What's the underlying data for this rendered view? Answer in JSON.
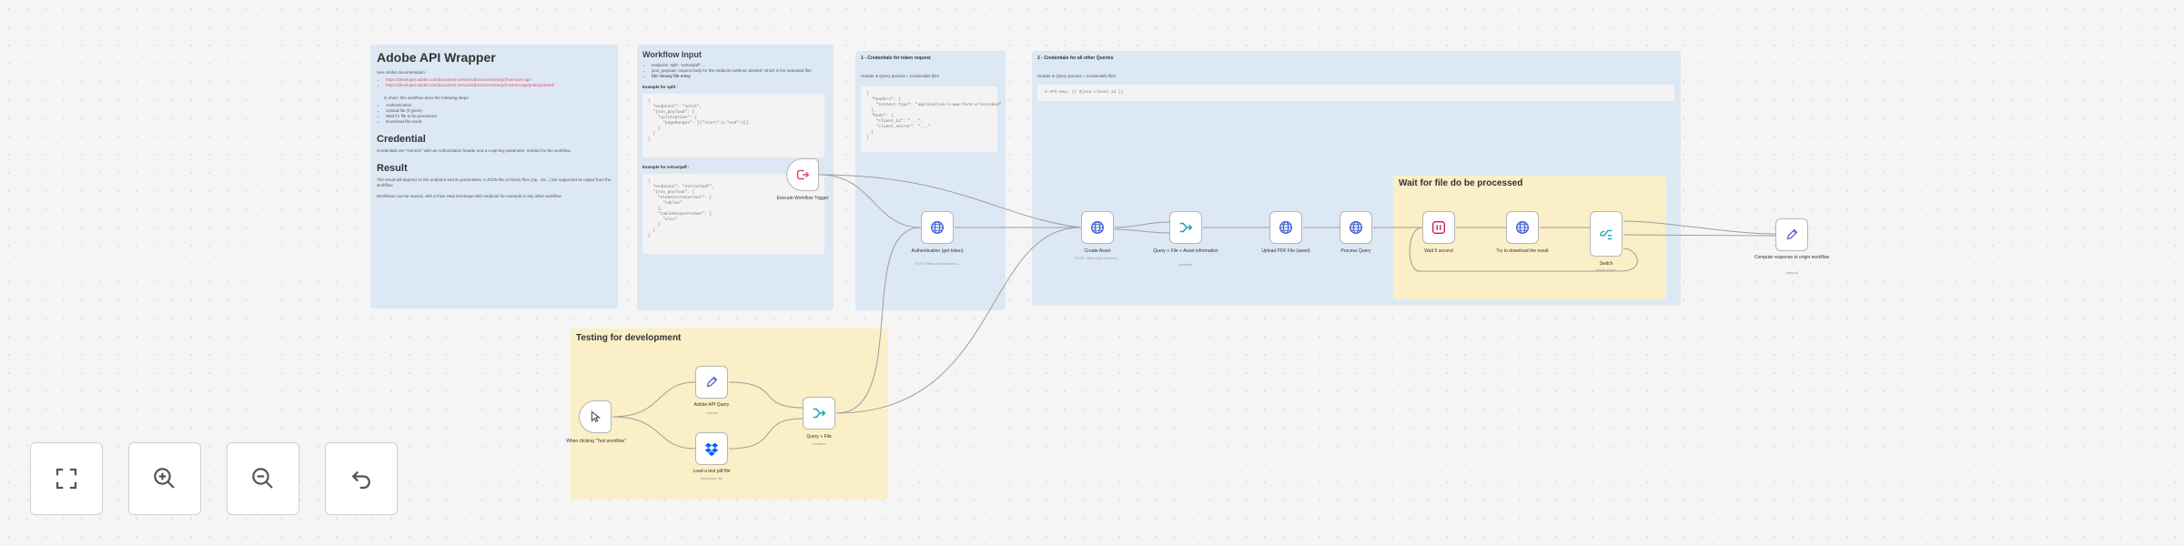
{
  "notes": {
    "wrapper": {
      "title": "Adobe API Wrapper",
      "intro": "See Adobe documentation:",
      "links": [
        "https://developer.adobe.com/document-services/docs/overview/pdf-services-api/",
        "https://developer.adobe.com/document-services/docs/overview/pdf-extract-api/gettingstarted/"
      ],
      "steps_intro": "In short, this workflow does the following steps:",
      "steps": [
        "Authentication",
        "Upload file (if given)",
        "Wait for file to be processed",
        "Download file result"
      ],
      "credential_title": "Credential",
      "credential_text": "Credentials are \"Generic\" with an Authorization header and a x-api-key parameter, needed for the workflow.",
      "result_title": "Result",
      "result_text": "The result will depend on the endpoint and its parameters. A JSON file or binary files (zip, .xls...) are supported as output from the workflow.",
      "result_text2": "Workflows can be reused, with a Flow Step technique with endpoint for example in any other workflow."
    },
    "workflow_input": {
      "title": "Workflow Input",
      "bullets": [
        "endpoint: 'split', 'extractpdf' ...",
        "json_payload: request body for the endpoint (without 'assetID' which is the uploaded file)",
        "file: binary file entry"
      ],
      "example1_label": "Example for split :",
      "example1_code": "{\n  \"endpoint\": \"split\",\n  \"json_payload\": {\n    \"splitoption\": {\n      \"pageRanges\": [{\"start\":1,\"end\":1}]\n    }\n  }\n}",
      "example2_label": "Example for extractpdf :",
      "example2_code": "{\n  \"endpoint\": \"extractpdf\",\n  \"json_payload\": {\n    \"elementsToExtract\": [\n      \"tables\"\n    ],\n    \"tableOutputFormat\": [\n      \"xlsx\"\n    ]\n  }\n}"
    },
    "uc1": {
      "title": "1 - Credentials for token request",
      "sub": "Header & Query params = Credentials files",
      "code": "{\n  \"headers\": {\n    \"Content-Type\": \"application/x-www-form-urlencoded\"\n  },\n  \"body\": {\n    \"client_id\": \"...\",\n    \"client_secret\": \"...\"\n  }\n}"
    },
    "uc2": {
      "title": "2 - Credentials for all other Queries",
      "sub": "Header & Query params = Credentials files",
      "code": "X-API-Key: {{ $json.client_id }}"
    },
    "wait": {
      "title": "Wait for file do be processed"
    },
    "testing": {
      "title": "Testing for development"
    }
  },
  "nodes": [
    {
      "id": "execute-trigger",
      "label": "Execute Workflow Trigger",
      "sub": "",
      "icon": "arrow-out-icon"
    },
    {
      "id": "authentication",
      "label": "Authentication (get token)",
      "sub": "POST: https://pdf-services...",
      "icon": "globe-icon"
    },
    {
      "id": "create-asset",
      "label": "Create Asset",
      "sub": "POST: https://pdf-services...",
      "icon": "globe-icon"
    },
    {
      "id": "query-file-asset",
      "label": "Query + File + Asset information",
      "sub": "combine",
      "icon": "merge-icon"
    },
    {
      "id": "upload-pdf",
      "label": "Upload PDF File (asset)",
      "sub": "",
      "icon": "globe-icon"
    },
    {
      "id": "process-query",
      "label": "Process Query",
      "sub": "",
      "icon": "globe-icon"
    },
    {
      "id": "wait-5s",
      "label": "Wait 5 second",
      "sub": "",
      "icon": "wait-icon"
    },
    {
      "id": "try-download",
      "label": "Try to download the result",
      "sub": "",
      "icon": "globe-icon"
    },
    {
      "id": "switch",
      "label": "Switch",
      "sub": "mode: Rules",
      "icon": "switch-icon"
    },
    {
      "id": "compute-response",
      "label": "Compute response to origin workflow",
      "sub": "manual",
      "icon": "pen-icon"
    },
    {
      "id": "manual-trigger",
      "label": "When clicking \"Test workflow\"",
      "sub": "",
      "icon": "cursor-icon"
    },
    {
      "id": "adobe-api-query",
      "label": "Adobe API Query",
      "sub": "manual",
      "icon": "pen-icon"
    },
    {
      "id": "load-pdf",
      "label": "Load a test pdf file",
      "sub": "download: file",
      "icon": "dropbox-icon"
    },
    {
      "id": "query-file",
      "label": "Query + File",
      "sub": "combine",
      "icon": "merge-icon"
    }
  ],
  "controls": [
    {
      "id": "fit-view",
      "icon": "fit-view-icon"
    },
    {
      "id": "zoom-in",
      "icon": "zoom-in-icon"
    },
    {
      "id": "zoom-out",
      "icon": "zoom-out-icon"
    },
    {
      "id": "undo",
      "icon": "undo-icon"
    }
  ],
  "colors": {
    "sticky_blue": "#dde8f5",
    "sticky_yellow": "#fbefc7",
    "http_node": "#3b5bdb",
    "trigger": "#e0506a",
    "wait": "#c2185b",
    "merge": "#17a2b8",
    "dropbox": "#0061fe",
    "pen": "#5c6bc0"
  }
}
